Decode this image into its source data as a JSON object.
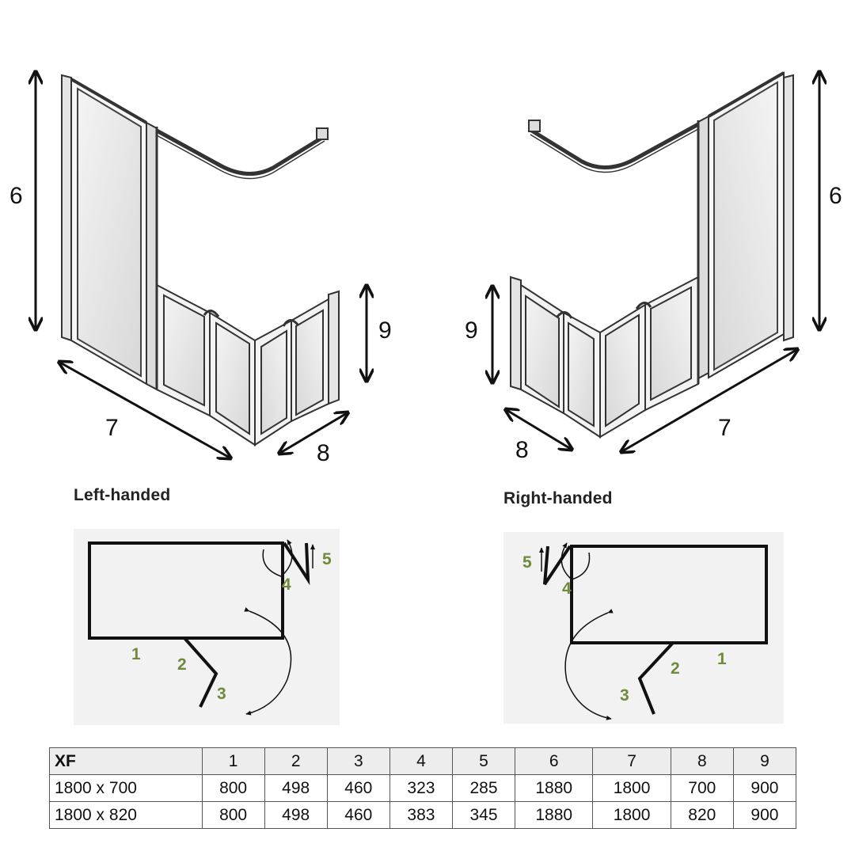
{
  "iso_labels": {
    "left": {
      "d6": "6",
      "d7": "7",
      "d8": "8",
      "d9": "9"
    },
    "right": {
      "d6": "6",
      "d7": "7",
      "d8": "8",
      "d9": "9"
    }
  },
  "left_heading": "Left-handed",
  "right_heading": "Right-handed",
  "plan_labels": {
    "left": {
      "p1": "1",
      "p2": "2",
      "p3": "3",
      "p4": "4",
      "p5": "5"
    },
    "right": {
      "p1": "1",
      "p2": "2",
      "p3": "3",
      "p4": "4",
      "p5": "5"
    }
  },
  "table": {
    "headers": [
      "XF",
      "1",
      "2",
      "3",
      "4",
      "5",
      "6",
      "7",
      "8",
      "9"
    ],
    "rows": [
      [
        "1800 x 700",
        "800",
        "498",
        "460",
        "323",
        "285",
        "1880",
        "1800",
        "700",
        "900"
      ],
      [
        "1800 x 820",
        "800",
        "498",
        "460",
        "383",
        "345",
        "1880",
        "1800",
        "820",
        "900"
      ]
    ]
  },
  "colors": {
    "label_green": "#6f8a3c",
    "plan_bg": "#f2f2f2",
    "glass": "#e6e6e6"
  }
}
